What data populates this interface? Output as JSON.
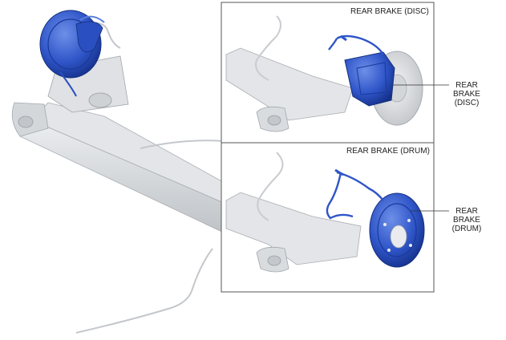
{
  "colors": {
    "brake_blue": "#2f55c8",
    "brake_blue_dark": "#1b3a9a",
    "axle_gray": "#d7d9dc",
    "axle_shadow": "#b5b8bc",
    "pipe_gray": "#c9ccd0",
    "frame_line": "#555555"
  },
  "panels": {
    "disc": {
      "title": "REAR BRAKE (DISC)"
    },
    "drum": {
      "title": "REAR BRAKE (DRUM)"
    }
  },
  "callouts": {
    "disc": {
      "line1": "REAR",
      "line2": "BRAKE",
      "line3": "(DISC)"
    },
    "drum": {
      "line1": "REAR",
      "line2": "BRAKE",
      "line3": "(DRUM)"
    }
  }
}
